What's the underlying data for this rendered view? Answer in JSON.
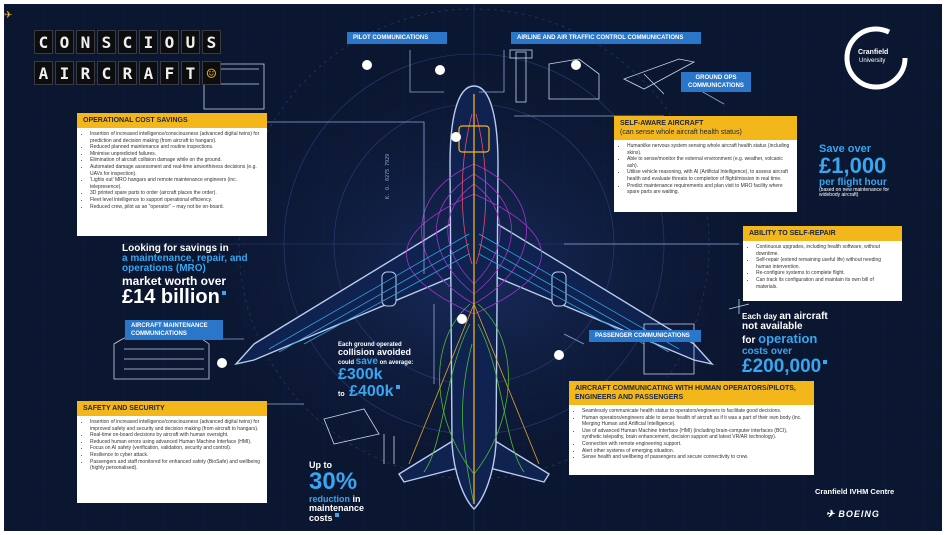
{
  "title": {
    "line1": [
      "C",
      "O",
      "N",
      "S",
      "C",
      "I",
      "O",
      "U",
      "S"
    ],
    "line2": [
      "A",
      "I",
      "R",
      "C",
      "R",
      "A",
      "F",
      "T"
    ],
    "emblem": "☺"
  },
  "logo": {
    "line1": "Cranfield",
    "line2": "University"
  },
  "labels": {
    "pilot_comms": "Pilot Communications",
    "atc_comms": "Airline and air traffic control communications",
    "ground_ops": "Ground ops communications",
    "aircraft_maintenance": "Aircraft maintenance communications",
    "passenger_comms": "Passenger communications"
  },
  "operational_cost": {
    "heading": "Operational cost savings",
    "items": [
      "Insertion of increased intelligence/consciousness (advanced digital twins) for prediction and decision making (from aircraft to hangars).",
      "Reduced planned maintenance and routine inspections.",
      "Minimise unpredicted failures.",
      "Elimination of aircraft collision damage while on the ground.",
      "Automated damage assessment and real-time airworthiness decisions (e.g. UAVs for inspection).",
      "'Lights out' MRO hangars and remote maintenance engineers (inc. telepresence).",
      "3D printed spare parts to order (aircraft places the order).",
      "Fleet level intelligence to support operational efficiency.",
      "Reduced crew, pilot as an \"operator\" – may not be on-board."
    ]
  },
  "self_aware": {
    "heading": "Self-aware aircraft",
    "subheading": "(can sense whole aircraft health status)",
    "items": [
      "Humanlike nervous system sensing whole aircraft health status (including skins).",
      "Able to sense/monitor the external environment (e.g. weather, volcanic ash).",
      "Utilise vehicle reasoning, with AI (Artificial Intelligence), to assess aircraft health and evaluate threats to completion of flight/mission in real time.",
      "Predict maintenance requirements and plan visit to MRO facility where spare parts are waiting."
    ]
  },
  "self_repair": {
    "heading": "Ability to self-repair",
    "items": [
      "Continuous upgrades, including health software, without downtime.",
      "Self-repair (extend remaining useful life) without needing human intervention.",
      "Re-configure systems to complete flight.",
      "Can track its configuration and maintain its own bill of materials."
    ]
  },
  "safety": {
    "heading": "Safety and security",
    "items": [
      "Insertion of increased intelligence/consciousness (advanced digital twins) for improved safety and security and decision making (from aircraft to hangars).",
      "Real-time on-board decisions by aircraft with human oversight.",
      "Reduced human errors using advanced Human Machine Interface (HMI).",
      "Focus on AI safety (verification, validation, security and control).",
      "Resilience to cyber attack.",
      "Passengers and staff monitored for enhanced safety (BioSafe) and wellbeing (highly personalised)."
    ]
  },
  "human_comms": {
    "heading": "Aircraft communicating with human operators/pilots, engineers and passengers",
    "items": [
      "Seamlessly communicate health status to operators/engineers to facilitate good decisions.",
      "Human operators/engineers able to sense health of aircraft as if it was a part of their own body (inc. Merging Human and Artificial Intelligence).",
      "Use of advanced Human Machine Interface (HMI) (including brain-computer interfaces (BCI), synthetic telepathy, brain enhancement, decision support and latest VR/AR technology).",
      "Connection with remote engineering support.",
      "Alert other systems of emerging situation.",
      "Sense health and wellbeing of passengers and secure connectivity to crew."
    ]
  },
  "stats": {
    "mro": {
      "l1": "Looking for savings in",
      "l2": "a maintenance, repair, and",
      "l3": "operations (MRO)",
      "l4": "market worth over",
      "big": "£14 billion"
    },
    "flight_hour": {
      "l1": "Save over",
      "big": "£1,000",
      "l3": "per flight hour",
      "note": "(based on new maintenance for widebody aircraft)"
    },
    "collision": {
      "l1": "Each ground operated",
      "l2": "collision avoided",
      "l3": "could",
      "l3b": "save",
      "l3c": "on average:",
      "big1": "£300k",
      "to": "to",
      "big2": "£400k"
    },
    "unavailable": {
      "l1": "Each day",
      "l1b": "an aircraft",
      "l2": "not available",
      "l3": "for",
      "l3b": "operation",
      "l4": "costs over",
      "big": "£200,000"
    },
    "reduction": {
      "l1": "Up to",
      "big": "30%",
      "l3": "reduction",
      "l3b": "in",
      "l4": "maintenance",
      "l5": "costs"
    }
  },
  "tail_text": "K. O. 0275 7929",
  "footer": {
    "centre": "Cranfield IVHM Centre",
    "boeing": "BOEING"
  }
}
